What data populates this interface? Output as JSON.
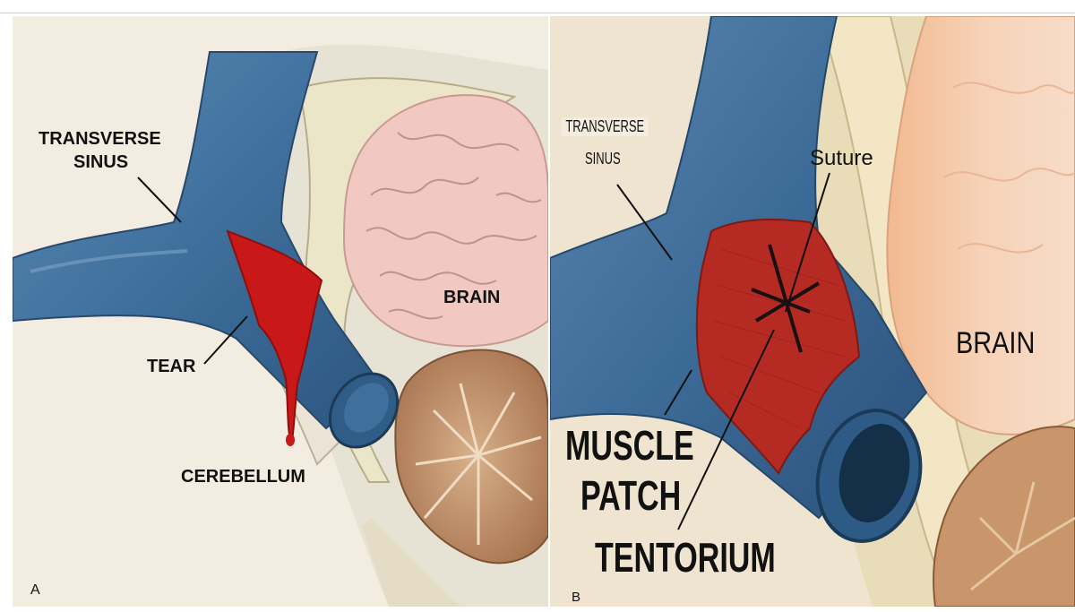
{
  "panel_a": {
    "letter": "A",
    "labels": {
      "transverse_sinus_line1": "TRANSVERSE",
      "transverse_sinus_line2": "SINUS",
      "brain": "BRAIN",
      "tear": "TEAR",
      "cerebellum": "CEREBELLUM"
    }
  },
  "panel_b": {
    "letter": "B",
    "labels": {
      "transverse_sinus_line1": "TRANSVERSE",
      "transverse_sinus_line2": "SINUS",
      "suture": "Suture",
      "brain": "BRAIN",
      "muscle_patch_line1": "MUSCLE",
      "muscle_patch_line2": "PATCH",
      "tentorium": "TENTORIUM"
    }
  },
  "colors": {
    "sinus_blue": "#3f6f9c",
    "tear_red": "#c81818",
    "patch_red": "#b52a22",
    "brain_pink": "#f1c9c2",
    "cerebellum_tan": "#b5835a",
    "background_cream": "#f3ece0"
  }
}
